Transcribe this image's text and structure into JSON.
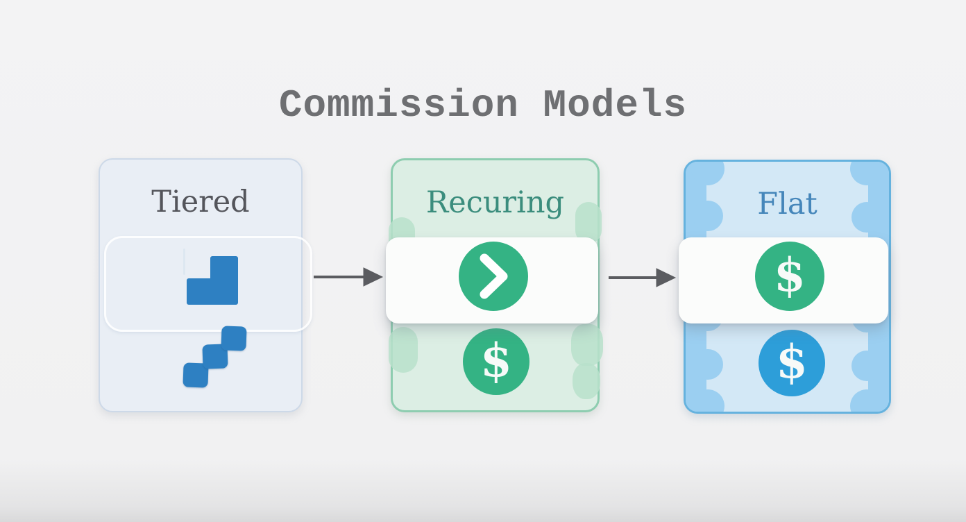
{
  "title": "Commission Models",
  "cards": {
    "tiered": {
      "label": "Tiered",
      "icons": [
        "staircase-steps-icon",
        "ascending-squares-icon"
      ]
    },
    "recurring": {
      "label": "Recuring",
      "icons": [
        "chevron-right-circle-icon",
        "dollar-circle-icon"
      ]
    },
    "flat": {
      "label": "Flat",
      "icons": [
        "dollar-circle-green-icon",
        "dollar-circle-blue-icon"
      ]
    }
  },
  "glyphs": {
    "dollar": "$"
  },
  "arrows": {
    "count": 2,
    "direction": "right"
  },
  "colors": {
    "background": "#f1f1f2",
    "title_text": "#6e6f72",
    "tiered_bg": "#e9eef5",
    "tiered_border": "#cdd9e8",
    "tiered_label": "#54555b",
    "tiered_accent_blue": "#2e80c2",
    "recurring_bg": "#dceee4",
    "recurring_border": "#8ecdb0",
    "recurring_label": "#3b8d7d",
    "flat_bg": "#d3e8f6",
    "flat_edge_band": "#9bcff1",
    "flat_border": "#65b2de",
    "flat_label": "#4586ba",
    "circle_green": "#34b384",
    "circle_blue": "#2d9ed9",
    "band_white": "#fbfcfb",
    "arrow_gray": "#5b5c60"
  }
}
